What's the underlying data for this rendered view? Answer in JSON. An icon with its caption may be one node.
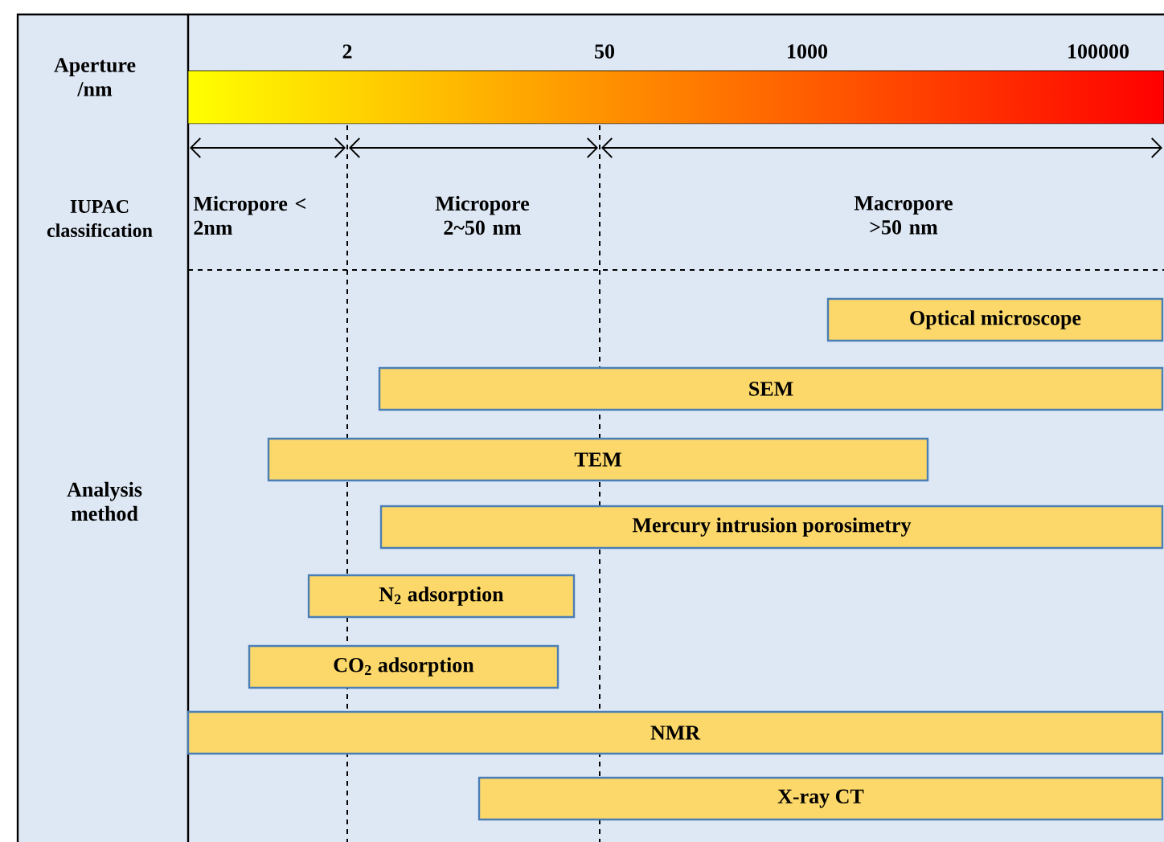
{
  "diagram": {
    "nodes": [
      {
        "text": [
          "Optical microscope"
        ]
      },
      {
        "text": [
          "SEM"
        ]
      },
      {
        "text": [
          "TEM"
        ]
      },
      {
        "text": [
          "Mercury intrusion porosimetry"
        ]
      },
      {
        "text": [
          "N$_{2}$ adsorption"
        ]
      },
      {
        "text": [
          "CO$_{2}$ adsorption"
        ]
      },
      {
        "text": [
          "NMR"
        ]
      },
      {
        "text": [
          "X-ray CT"
        ]
      }
    ],
    "edges": [],
    "labels": [
      "Aperture /nm",
      "2",
      "50",
      "1000",
      "100000",
      "IUPAC classification",
      "Micropore < 2nm",
      "Micropore 2~50 nm",
      "Macropore >50 nm",
      "Analysis method"
    ]
  }
}
